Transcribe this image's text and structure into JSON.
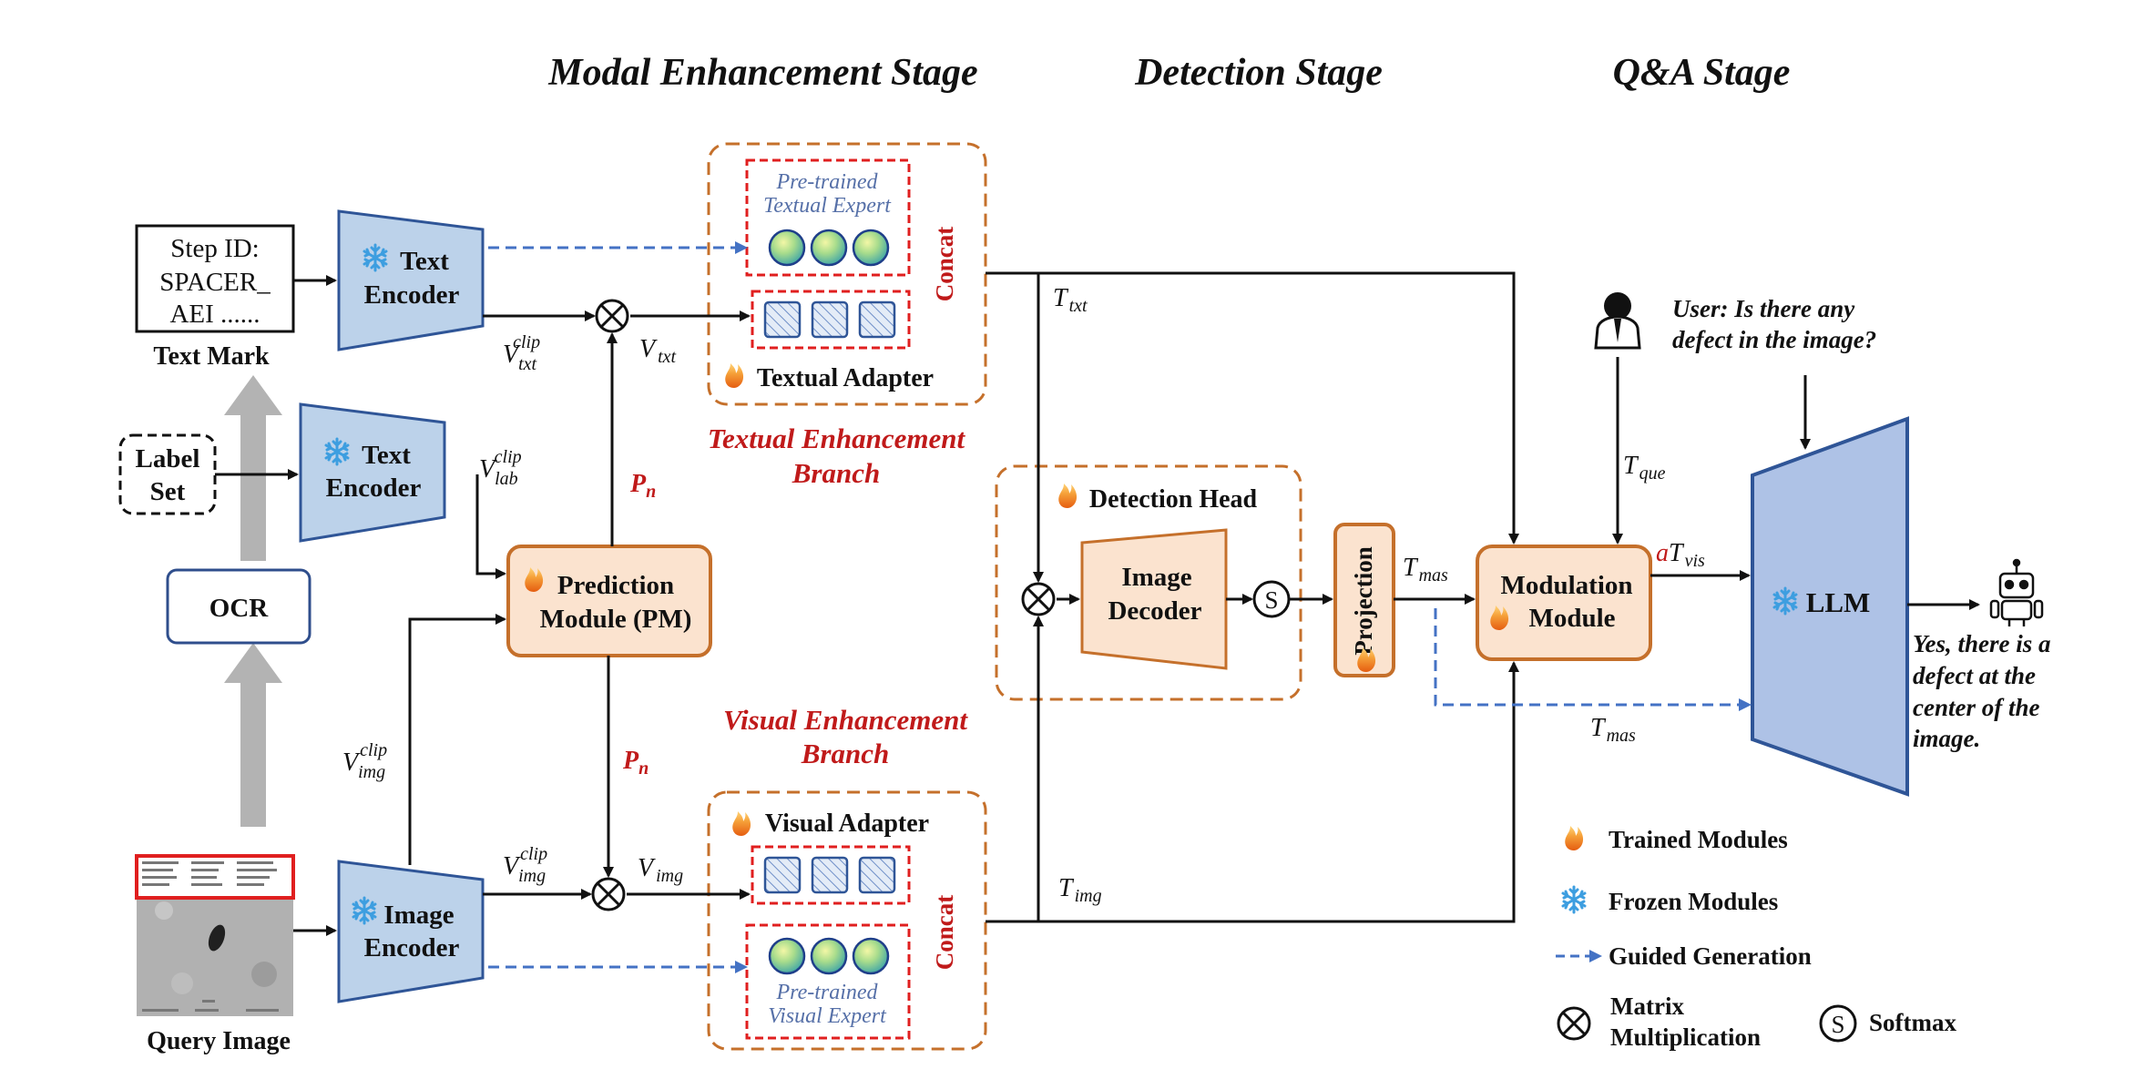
{
  "stages": {
    "modal": "Modal Enhancement Stage",
    "detection": "Detection Stage",
    "qa": "Q&A Stage"
  },
  "text_mark": {
    "line1": "Step ID:",
    "line2": "SPACER_",
    "line3": "AEI ......",
    "caption": "Text Mark"
  },
  "label_set": {
    "line1": "Label",
    "line2": "Set"
  },
  "ocr": "OCR",
  "query_image_caption": "Query Image",
  "text_encoder_top": {
    "line1": "Text",
    "line2": "Encoder"
  },
  "text_encoder_mid": {
    "line1": "Text",
    "line2": "Encoder"
  },
  "image_encoder": {
    "line1": "Image",
    "line2": "Encoder"
  },
  "prediction_module": {
    "line1": "Prediction",
    "line2": "Module (PM)"
  },
  "textual_branch": {
    "expert_line1": "Pre-trained",
    "expert_line2": "Textual Expert",
    "concat": "Concat",
    "adapter": "Textual  Adapter",
    "title_line1": "Textual Enhancement",
    "title_line2": "Branch"
  },
  "visual_branch": {
    "expert_line1": "Pre-trained",
    "expert_line2": "Visual Expert",
    "concat": "Concat",
    "adapter": "Visual  Adapter",
    "title_line1": "Visual Enhancement",
    "title_line2": "Branch"
  },
  "math": {
    "v_txt_clip": {
      "base": "V",
      "sub": "txt",
      "sup": "clip"
    },
    "v_lab_clip": {
      "base": "V",
      "sub": "lab",
      "sup": "clip"
    },
    "v_img_clip_left": {
      "base": "V",
      "sub": "img",
      "sup": "clip"
    },
    "v_img_clip": {
      "base": "V",
      "sub": "img",
      "sup": "clip"
    },
    "v_txt": {
      "base": "V",
      "sub": "txt"
    },
    "v_img": {
      "base": "V",
      "sub": "img"
    },
    "p_n_top": {
      "base": "P",
      "sub": "n"
    },
    "p_n_bottom": {
      "base": "P",
      "sub": "n"
    },
    "t_txt": {
      "base": "T",
      "sub": "txt"
    },
    "t_img": {
      "base": "T",
      "sub": "img"
    },
    "t_mas": {
      "base": "T",
      "sub": "mas"
    },
    "t_mas_low": {
      "base": "T",
      "sub": "mas"
    },
    "t_que": {
      "base": "T",
      "sub": "que"
    },
    "a_t_vis": {
      "pre": "a",
      "base": "T",
      "sub": "vis"
    }
  },
  "detection_head": "Detection Head",
  "image_decoder": {
    "line1": "Image",
    "line2": "Decoder"
  },
  "softmax_symbol": "S",
  "projection": "Projection",
  "modulation": {
    "line1": "Modulation",
    "line2": "Module"
  },
  "llm": "LLM",
  "user_question": {
    "line1": "User: Is there any",
    "line2": "defect in the image?"
  },
  "answer": {
    "line1": "Yes, there is a",
    "line2": "defect at the",
    "line3": "center of the",
    "line4": "image."
  },
  "legend": {
    "trained": "Trained Modules",
    "frozen": "Frozen Modules",
    "guided": "Guided Generation",
    "matrix_line1": "Matrix",
    "matrix_line2": "Multiplication",
    "softmax": "Softmax"
  },
  "colors": {
    "encoder_fill": "#bcd2ea",
    "encoder_stroke": "#2f5597",
    "orange_fill": "#fbe3cf",
    "orange_stroke": "#c5702b",
    "red": "#c01a1a",
    "guided_blue": "#4472c4",
    "llm_fill": "#aec2e6",
    "ocr_stroke": "#2f4e8c",
    "gray_arrow": "#b3b3b3"
  },
  "icons": [
    "snowflake-icon",
    "flame-icon",
    "user-icon",
    "robot-icon",
    "matrix-multiply-icon",
    "softmax-icon"
  ]
}
